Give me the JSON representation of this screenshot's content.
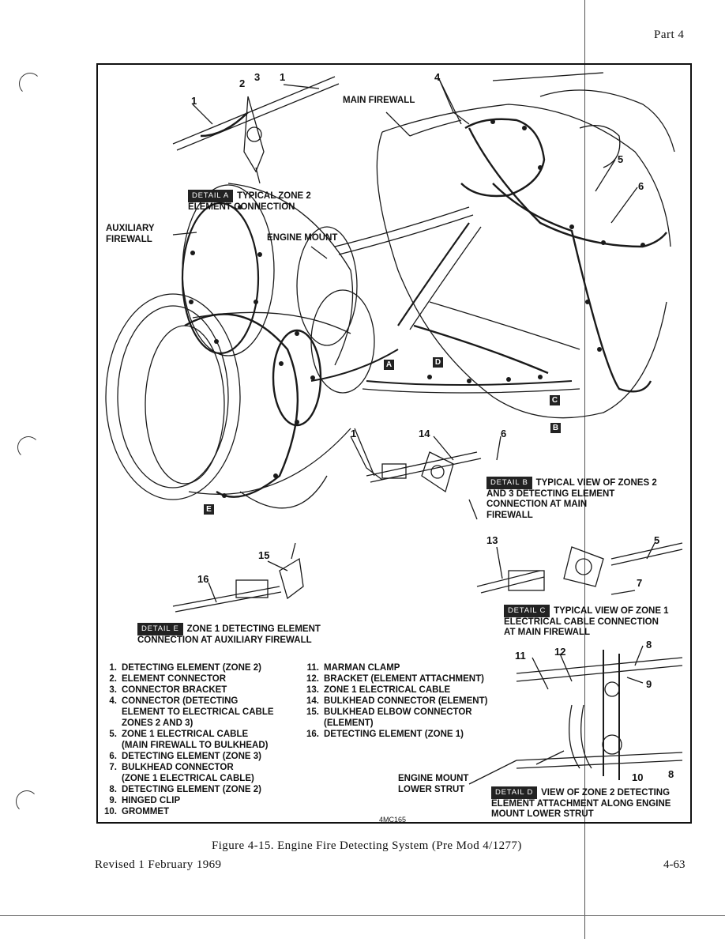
{
  "header": {
    "part": "Part 4"
  },
  "diagram": {
    "detail_a": {
      "tag": "DETAIL A",
      "text": "TYPICAL ZONE 2\nELEMENT CONNECTION"
    },
    "detail_b": {
      "tag": "DETAIL B",
      "text": "TYPICAL VIEW OF ZONES 2\nAND 3 DETECTING ELEMENT\nCONNECTION AT MAIN\nFIREWALL"
    },
    "detail_c": {
      "tag": "DETAIL C",
      "text": "TYPICAL VIEW OF ZONE 1\nELECTRICAL CABLE CONNECTION\nAT MAIN FIREWALL"
    },
    "detail_d": {
      "tag": "DETAIL D",
      "text": "VIEW OF ZONE 2 DETECTING\nELEMENT ATTACHMENT ALONG ENGINE\nMOUNT LOWER STRUT"
    },
    "detail_e": {
      "tag": "DETAIL E",
      "text": "ZONE 1 DETECTING ELEMENT\nCONNECTION AT AUXILIARY FIREWALL"
    },
    "labels": {
      "main_firewall": "MAIN FIREWALL",
      "auxiliary_firewall": "AUXILIARY\nFIREWALL",
      "engine_mount": "ENGINE MOUNT",
      "engine_mount_lower_strut": "ENGINE MOUNT\nLOWER STRUT"
    },
    "markers": {
      "a": "A",
      "b": "B",
      "c": "C",
      "d": "D",
      "e": "E"
    },
    "callouts": {
      "c1a": "1",
      "c2": "2",
      "c3": "3",
      "c1b": "1",
      "c4": "4",
      "c5": "5",
      "c6": "6",
      "c1c": "1",
      "c14": "14",
      "c6b": "6",
      "c13": "13",
      "c5b": "5",
      "c7": "7",
      "c15": "15",
      "c16": "16",
      "c11": "11",
      "c12": "12",
      "c8": "8",
      "c9": "9",
      "c10": "10",
      "c8b": "8"
    },
    "drawing_code": "4MC165"
  },
  "legend_left": [
    {
      "n": "1.",
      "t": "DETECTING ELEMENT (ZONE 2)"
    },
    {
      "n": "2.",
      "t": "ELEMENT CONNECTOR"
    },
    {
      "n": "3.",
      "t": "CONNECTOR BRACKET"
    },
    {
      "n": "4.",
      "t": "CONNECTOR (DETECTING\nELEMENT TO ELECTRICAL CABLE\nZONES 2 AND 3)"
    },
    {
      "n": "5.",
      "t": "ZONE 1 ELECTRICAL CABLE\n(MAIN FIREWALL TO BULKHEAD)"
    },
    {
      "n": "6.",
      "t": "DETECTING ELEMENT (ZONE 3)"
    },
    {
      "n": "7.",
      "t": "BULKHEAD CONNECTOR\n(ZONE 1 ELECTRICAL CABLE)"
    },
    {
      "n": "8.",
      "t": "DETECTING ELEMENT (ZONE 2)"
    },
    {
      "n": "9.",
      "t": "HINGED CLIP"
    },
    {
      "n": "10.",
      "t": "GROMMET"
    }
  ],
  "legend_right": [
    {
      "n": "11.",
      "t": "MARMAN CLAMP"
    },
    {
      "n": "12.",
      "t": "BRACKET (ELEMENT ATTACHMENT)"
    },
    {
      "n": "13.",
      "t": "ZONE 1 ELECTRICAL CABLE"
    },
    {
      "n": "14.",
      "t": "BULKHEAD CONNECTOR (ELEMENT)"
    },
    {
      "n": "15.",
      "t": "BULKHEAD ELBOW CONNECTOR\n(ELEMENT)"
    },
    {
      "n": "16.",
      "t": "DETECTING ELEMENT (ZONE 1)"
    }
  ],
  "footer": {
    "caption": "Figure 4-15.  Engine Fire Detecting System (Pre Mod 4/1277)",
    "revised": "Revised 1 February 1969",
    "page": "4-63"
  }
}
